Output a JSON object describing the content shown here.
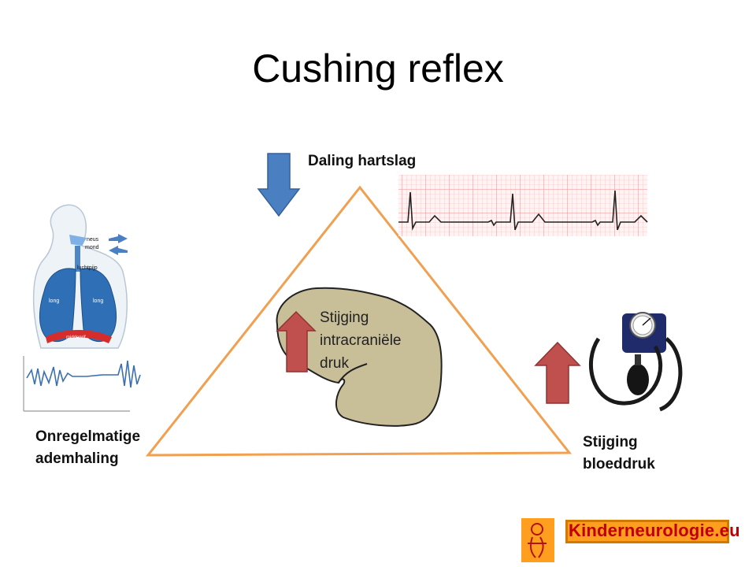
{
  "title": "Cushing reflex",
  "labels": {
    "heart_rate": "Daling hartslag",
    "breathing": [
      "Onregelmatige",
      "ademhaling"
    ],
    "blood_pressure": [
      "Stijging",
      "bloeddruk"
    ],
    "icp": [
      "Stijging",
      "intracraniële",
      "druk"
    ]
  },
  "lung_labels": {
    "nose": "neus",
    "mouth": "mond",
    "trachea": "luchtpijp",
    "lung_left": "long",
    "lung_right": "long",
    "diaphragm": "middenrif"
  },
  "brand": "Kinderneurologie.eu",
  "colors": {
    "triangle": "#f0a050",
    "arrow_down": "#4a7fc1",
    "arrow_up": "#c0504d",
    "brain": "#c8bf98",
    "ecg_grid": "#f4a0a0",
    "lungs": "#2e6fb5",
    "diaphragm": "#d62c2c",
    "brand_bg": "#ff9e1f",
    "brand_text": "#c00000"
  },
  "icons": [
    "down-arrow",
    "up-arrow",
    "ecg-strip",
    "lungs-illustration",
    "blood-pressure-cuff",
    "brand-logo"
  ]
}
